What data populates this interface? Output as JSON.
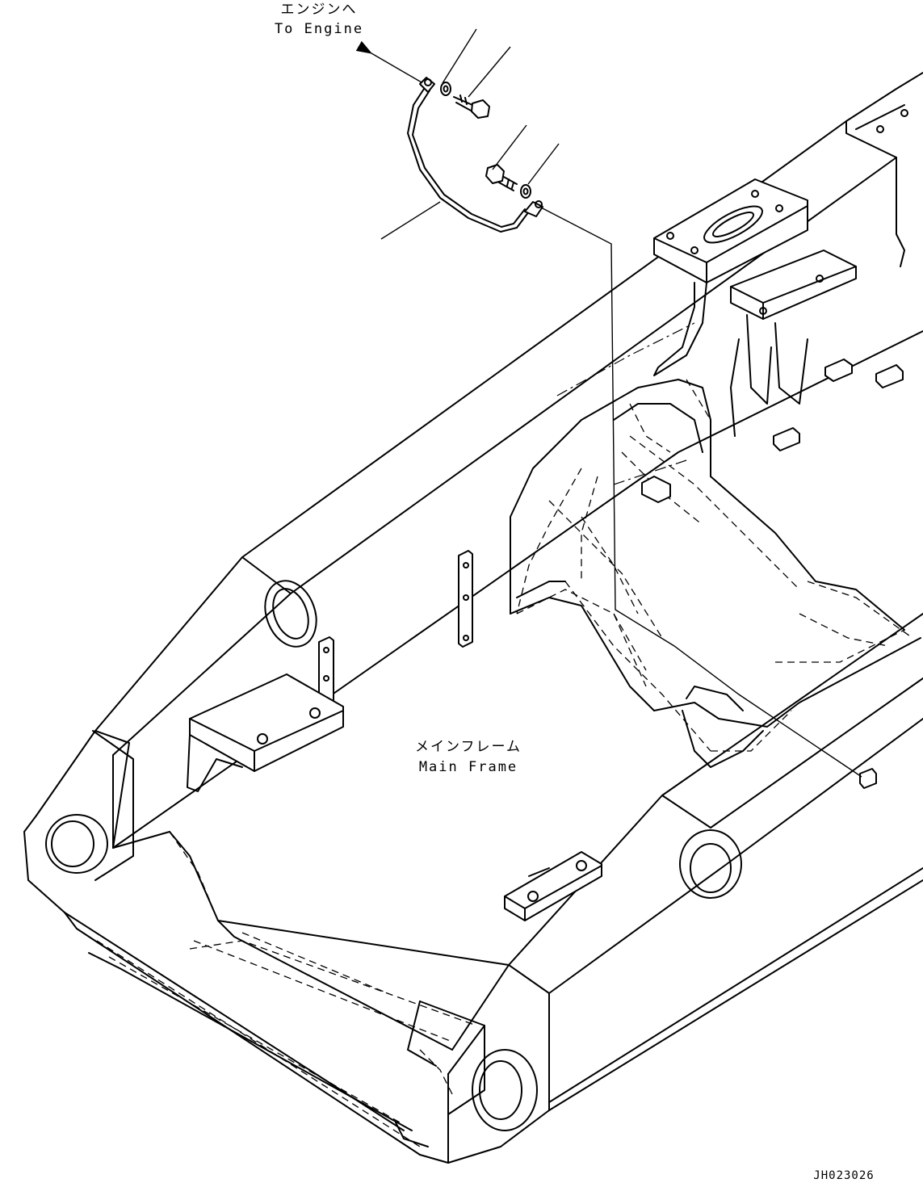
{
  "labels": {
    "engine_jp": "エンジンへ",
    "engine_en": "To Engine",
    "frame_jp": "メインフレーム",
    "frame_en": "Main Frame",
    "drawing_id": "JH023026"
  }
}
